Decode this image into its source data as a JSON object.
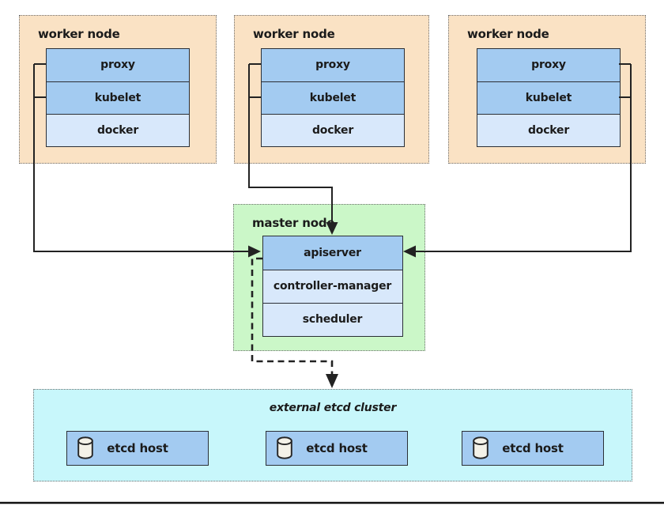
{
  "workers": [
    {
      "title": "worker node",
      "components": [
        "proxy",
        "kubelet",
        "docker"
      ]
    },
    {
      "title": "worker node",
      "components": [
        "proxy",
        "kubelet",
        "docker"
      ]
    },
    {
      "title": "worker node",
      "components": [
        "proxy",
        "kubelet",
        "docker"
      ]
    }
  ],
  "master": {
    "title": "master node",
    "components": [
      "apiserver",
      "controller-manager",
      "scheduler"
    ]
  },
  "etcd_cluster": {
    "title": "external etcd cluster",
    "hosts": [
      {
        "icon": "database-cylinder-icon",
        "label": "etcd host"
      },
      {
        "icon": "database-cylinder-icon",
        "label": "etcd host"
      },
      {
        "icon": "database-cylinder-icon",
        "label": "etcd host"
      }
    ]
  },
  "colors": {
    "worker_bg": "#fae2c4",
    "master_bg": "#cbf7c8",
    "etcd_bg": "#c8f7fb",
    "component_blue": "#a3cbf1",
    "component_light_blue": "#d8e8fb",
    "box_border": "#2b2f36",
    "line": "#222222",
    "text": "#1b1b1b",
    "cylinder_fill": "#f4f2e8"
  }
}
